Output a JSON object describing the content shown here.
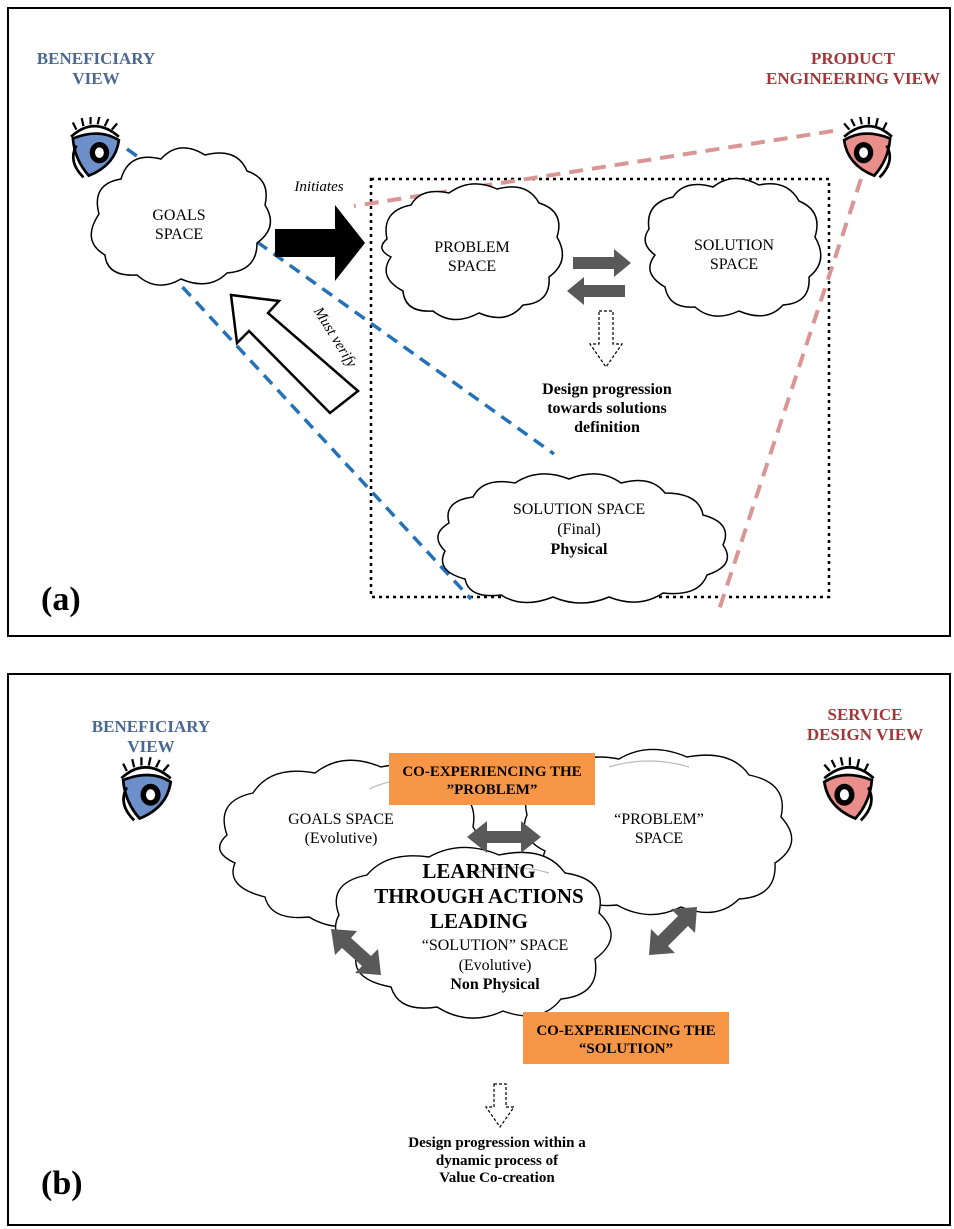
{
  "panel_a": {
    "label": "(a)",
    "beneficiary_view": "BENEFICIARY\nVIEW",
    "engineering_view": "PRODUCT\nENGINEERING VIEW",
    "goals_space": "GOALS\nSPACE",
    "initiates": "Initiates",
    "must_verify": "Must verify",
    "problem_space": "PROBLEM\nSPACE",
    "solution_space": "SOLUTION\nSPACE",
    "design_progression": "Design progression\ntowards solutions\ndefinition",
    "final_solution_line1": "SOLUTION SPACE",
    "final_solution_line2": "(Final)",
    "final_solution_line3": "Physical"
  },
  "panel_b": {
    "label": "(b)",
    "beneficiary_view": "BENEFICIARY\nVIEW",
    "service_view": "SERVICE\nDESIGN VIEW",
    "co_exp_problem": "CO-EXPERIENCING\nTHE ”PROBLEM”",
    "goals_space": "GOALS SPACE\n(Evolutive)",
    "problem_space": "“PROBLEM”\nSPACE",
    "learning": "LEARNING\nTHROUGH ACTIONS\nLEADING",
    "solution_line1": "“SOLUTION” SPACE",
    "solution_line2": "(Evolutive)",
    "solution_line3": "Non Physical",
    "co_exp_solution": "CO-EXPERIENCING\nTHE “SOLUTION”",
    "design_progression": "Design progression within a\ndynamic process of\nValue Co-creation"
  },
  "colors": {
    "beneficiary": "#4a6891",
    "engineering": "#a0383a",
    "blue_dash": "#2471b8",
    "pink_dash": "#d99694",
    "orange": "#f79646",
    "gray_arrow": "#595959"
  }
}
